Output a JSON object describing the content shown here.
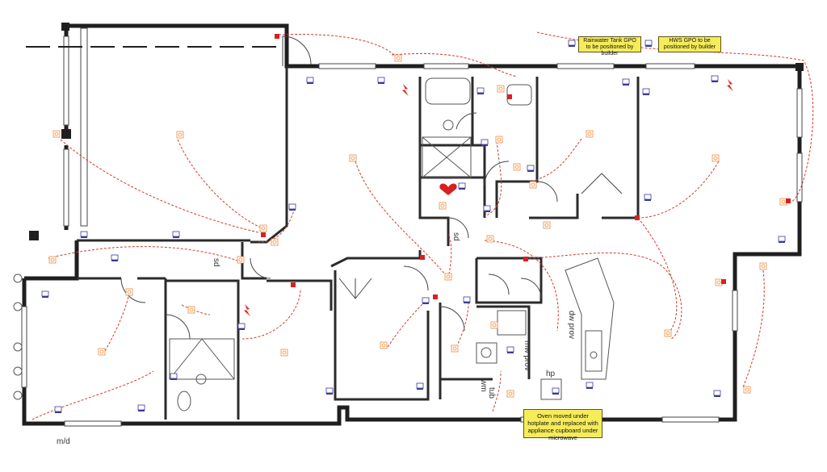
{
  "notes": {
    "rainwater": "Rainwater Tank GPO to be positioned by builder",
    "hws": "HWS GPO to be positioned by builder",
    "oven": "Oven moved under hotplate and replaced with appliance cupboard under microwave"
  },
  "labels": {
    "mw_prov": "mw prov",
    "dw_prov": "dw prov",
    "sd_hall": "sd",
    "sd_bath": "sd",
    "wm": "wm",
    "tub": "tub",
    "hp": "hp",
    "m_d": "m/d"
  },
  "colors": {
    "wall": "#1f1f1f",
    "wiring": "#d23c2c",
    "gpo": "#f08a3a",
    "switch": "#3a3a9a",
    "note_bg": "#f6ec5a"
  }
}
